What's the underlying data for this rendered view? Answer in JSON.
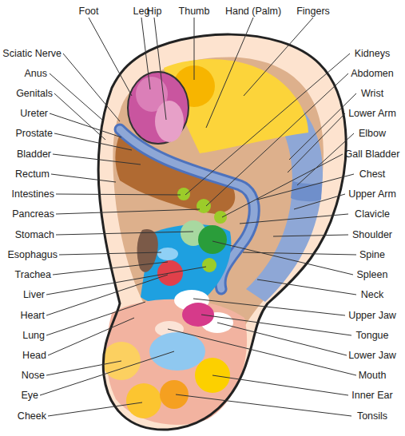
{
  "diagram": {
    "labels": [
      "Foot",
      "Leg",
      "Hip",
      "Thumb",
      "Hand (Palm)",
      "Fingers",
      "Sciatic Nerve",
      "Anus",
      "Genitals",
      "Ureter",
      "Prostate",
      "Bladder",
      "Rectum",
      "Intestines",
      "Pancreas",
      "Stomach",
      "Esophagus",
      "Trachea",
      "Liver",
      "Heart",
      "Lung",
      "Head",
      "Nose",
      "Eye",
      "Cheek",
      "Kidneys",
      "Abdomen",
      "Wrist",
      "Lower Arm",
      "Elbow",
      "Gall Bladder",
      "Chest",
      "Upper Arm",
      "Clavicle",
      "Shoulder",
      "Spine",
      "Spleen",
      "Neck",
      "Upper Jaw",
      "Tongue",
      "Lower Jaw",
      "Mouth",
      "Inner Ear",
      "Tonsils"
    ]
  }
}
